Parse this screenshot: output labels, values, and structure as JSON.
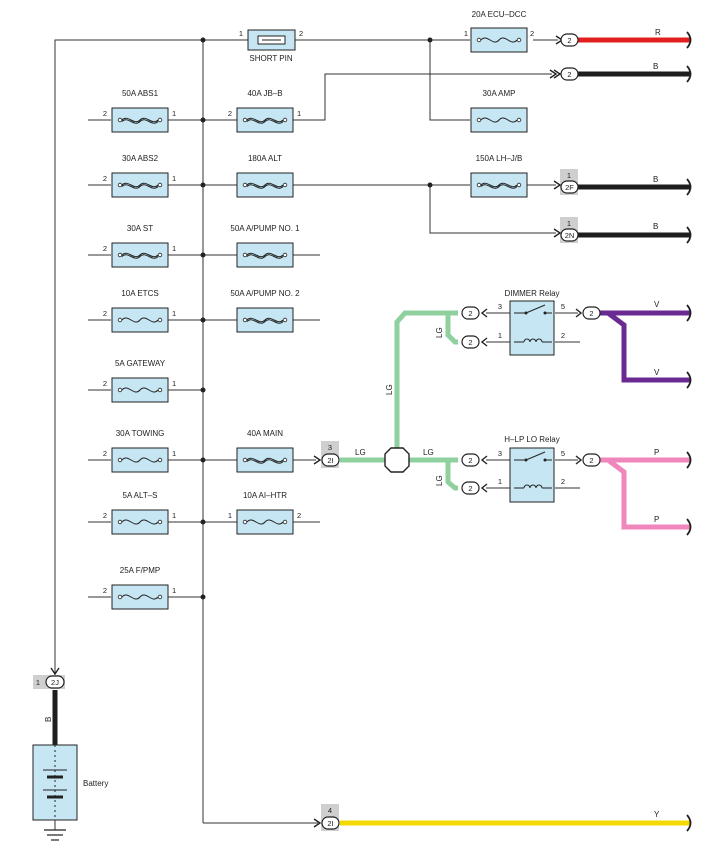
{
  "fuses": [
    {
      "id": "short-pin",
      "label": "SHORT PIN",
      "pin_left": "1",
      "pin_right": "2"
    },
    {
      "id": "20a-ecu-dcc",
      "label": "20A ECU–DCC",
      "pin_left": "1",
      "pin_right": "2"
    },
    {
      "id": "30a-amp",
      "label": "30A AMP"
    },
    {
      "id": "50a-abs1",
      "label": "50A ABS1",
      "pin_left": "2",
      "pin_right": "1"
    },
    {
      "id": "40a-jb-b",
      "label": "40A JB–B",
      "pin_left": "2",
      "pin_right": "1"
    },
    {
      "id": "30a-abs2",
      "label": "30A ABS2",
      "pin_left": "2",
      "pin_right": "1"
    },
    {
      "id": "180a-alt",
      "label": "180A ALT"
    },
    {
      "id": "150a-lh-jb",
      "label": "150A LH–J/B"
    },
    {
      "id": "30a-st",
      "label": "30A ST",
      "pin_left": "2",
      "pin_right": "1"
    },
    {
      "id": "50a-apump-1",
      "label": "50A A/PUMP NO. 1"
    },
    {
      "id": "10a-etcs",
      "label": "10A ETCS",
      "pin_left": "2",
      "pin_right": "1"
    },
    {
      "id": "50a-apump-2",
      "label": "50A A/PUMP NO. 2"
    },
    {
      "id": "5a-gateway",
      "label": "5A GATEWAY",
      "pin_left": "2",
      "pin_right": "1"
    },
    {
      "id": "30a-towing",
      "label": "30A TOWING",
      "pin_left": "2",
      "pin_right": "1"
    },
    {
      "id": "40a-main",
      "label": "40A MAIN"
    },
    {
      "id": "5a-alt-s",
      "label": "5A ALT–S",
      "pin_left": "2",
      "pin_right": "1"
    },
    {
      "id": "10a-ai-htr",
      "label": "10A AI–HTR",
      "pin_left": "1",
      "pin_right": "2"
    },
    {
      "id": "25a-fpmp",
      "label": "25A F/PMP",
      "pin_left": "2",
      "pin_right": "1"
    }
  ],
  "connectors": [
    {
      "id": "c-2-ecu",
      "code": "2"
    },
    {
      "id": "c-2-b",
      "code": "2"
    },
    {
      "id": "c-2f",
      "code": "2F",
      "pin": "1"
    },
    {
      "id": "c-2n",
      "code": "2N",
      "pin": "1"
    },
    {
      "id": "c-2i-main",
      "code": "2I",
      "pin": "3"
    },
    {
      "id": "c-2i-y",
      "code": "2I",
      "pin": "4"
    },
    {
      "id": "c-2j",
      "code": "2J",
      "pin": "1"
    },
    {
      "id": "c-dim-in",
      "code": "2"
    },
    {
      "id": "c-dim-coil",
      "code": "2"
    },
    {
      "id": "c-dim-out",
      "code": "2"
    },
    {
      "id": "c-hlp-in",
      "code": "2"
    },
    {
      "id": "c-hlp-coil",
      "code": "2"
    },
    {
      "id": "c-hlp-out",
      "code": "2"
    }
  ],
  "wire_labels": {
    "r": "R",
    "b1": "B",
    "b2": "B",
    "b3": "B",
    "v1": "V",
    "v2": "V",
    "p1": "P",
    "p2": "P",
    "y": "Y",
    "b_batt": "B",
    "lg_main": "LG",
    "lg_vert": "LG",
    "lg_dim": "LG",
    "lg_hlp_h": "LG",
    "lg_hlp_v": "LG"
  },
  "relays": {
    "dimmer": {
      "label": "DIMMER Relay",
      "p3": "3",
      "p5": "5",
      "p1": "1",
      "p2": "2"
    },
    "hlp_lo": {
      "label": "H–LP LO Relay",
      "p3": "3",
      "p5": "5",
      "p1": "1",
      "p2": "2"
    }
  },
  "battery": {
    "label": "Battery"
  },
  "colors": {
    "red": "#e02020",
    "black": "#1e1e1e",
    "green": "#8fd19e",
    "purple": "#6a2a92",
    "pink": "#ef86bc",
    "yellow": "#f5d800",
    "fuse_fill": "#c5e6f2",
    "pin_box": "#cfcfcf"
  }
}
